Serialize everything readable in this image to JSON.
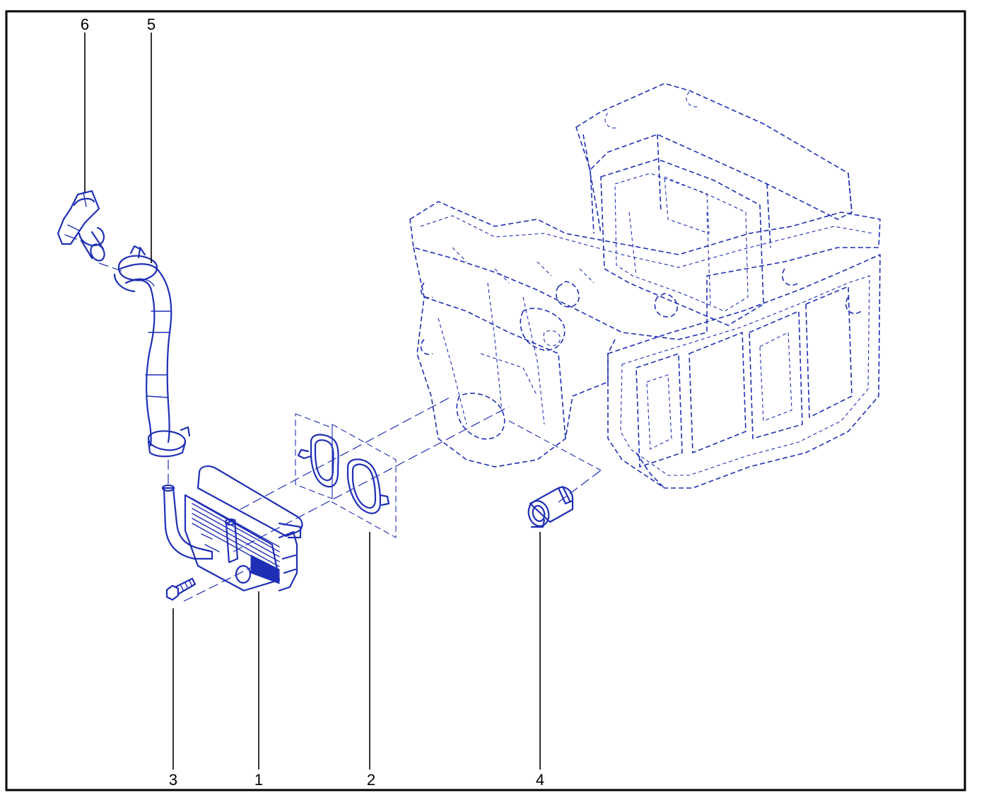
{
  "callouts": {
    "c1": "1",
    "c2": "2",
    "c3": "3",
    "c4": "4",
    "c5": "5",
    "c6": "6"
  },
  "colors": {
    "line": "#1f2fb5",
    "frame": "#000000",
    "background": "#ffffff"
  }
}
